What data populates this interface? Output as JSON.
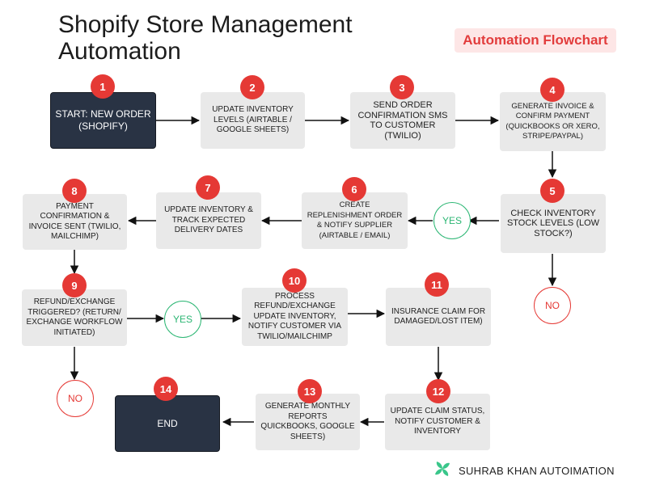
{
  "header": {
    "title": "Shopify Store Management Automation",
    "badge": "Automation Flowchart"
  },
  "steps": [
    {
      "num": "1",
      "label": "START: NEW ORDER (SHOPIFY)"
    },
    {
      "num": "2",
      "label": "UPDATE INVENTORY LEVELS (AIRTABLE / GOOGLE SHEETS)"
    },
    {
      "num": "3",
      "label": "SEND ORDER CONFIRMATION SMS TO CUSTOMER (TWILIO)"
    },
    {
      "num": "4",
      "label": "GENERATE INVOICE & CONFIRM PAYMENT (QUICKBOOKS OR XERO, STRIPE/PAYPAL)"
    },
    {
      "num": "5",
      "label": "CHECK INVENTORY STOCK LEVELS (LOW STOCK?)"
    },
    {
      "num": "6",
      "label": "CREATE REPLENISHMENT ORDER & NOTIFY SUPPLIER (AIRTABLE / EMAIL)"
    },
    {
      "num": "7",
      "label": "UPDATE INVENTORY & TRACK EXPECTED DELIVERY DATES"
    },
    {
      "num": "8",
      "label": "PAYMENT CONFIRMATION & INVOICE SENT (TWILIO, MAILCHIMP)"
    },
    {
      "num": "9",
      "label": "REFUND/EXCHANGE TRIGGERED? (RETURN/ EXCHANGE WORKFLOW INITIATED)"
    },
    {
      "num": "10",
      "label": "PROCESS REFUND/EXCHANGE UPDATE INVENTORY, NOTIFY CUSTOMER VIA TWILIO/MAILCHIMP"
    },
    {
      "num": "11",
      "label": "INSURANCE CLAIM FOR DAMAGED/LOST ITEM)"
    },
    {
      "num": "12",
      "label": "UPDATE CLAIM STATUS, NOTIFY CUSTOMER & INVENTORY"
    },
    {
      "num": "13",
      "label": "GENERATE MONTHLY REPORTS QUICKBOOKS, GOOGLE SHEETS)"
    },
    {
      "num": "14",
      "label": "END"
    }
  ],
  "decisions": {
    "yes_stock": "YES",
    "no_stock": "NO",
    "yes_refund": "YES",
    "no_refund": "NO"
  },
  "brand": {
    "name": "SUHRAB KHAN AUTOIMATION",
    "logo_icon": "green-pinwheel-logo-icon",
    "accent": "#e53935",
    "yes_color": "#2bb673",
    "dark_box": "#293344"
  }
}
